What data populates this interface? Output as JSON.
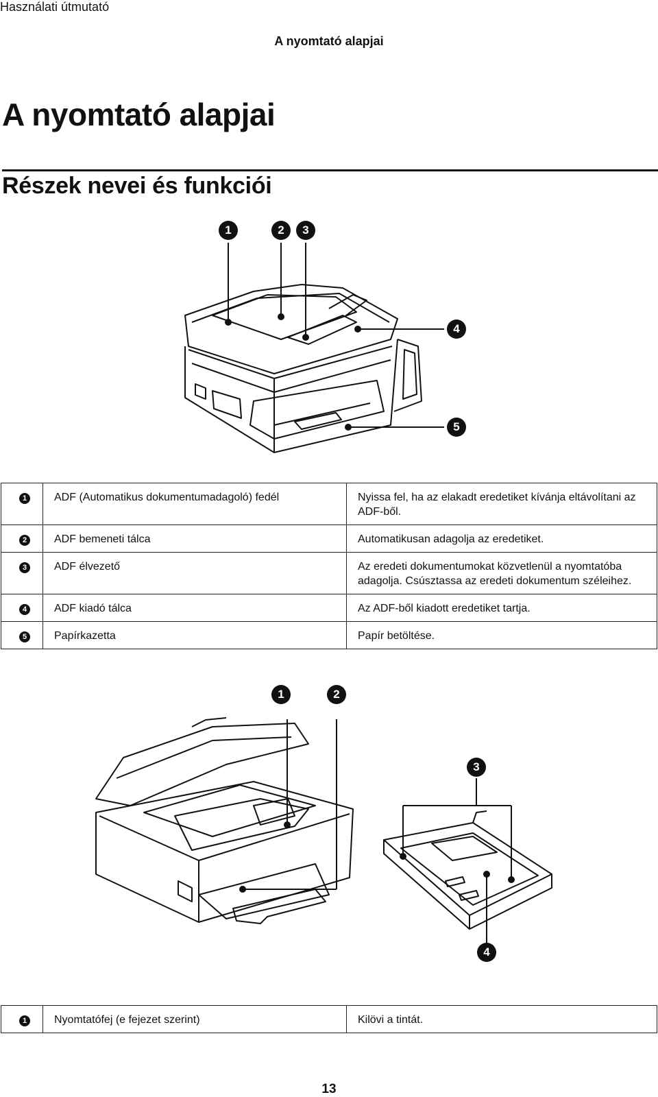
{
  "header": {
    "doc_title": "Használati útmutató",
    "running_head": "A nyomtató alapjai"
  },
  "chapter_title": "A nyomtató alapjai",
  "section_title": "Részek nevei és funkciói",
  "figure1": {
    "callouts": [
      "1",
      "2",
      "3",
      "4",
      "5"
    ]
  },
  "table1": {
    "rows": [
      {
        "num": "1",
        "name": "ADF (Automatikus dokumentumadagoló) fedél",
        "desc": "Nyissa fel, ha az elakadt eredetiket kívánja eltávolítani az ADF-ből."
      },
      {
        "num": "2",
        "name": "ADF bemeneti tálca",
        "desc": "Automatikusan adagolja az eredetiket."
      },
      {
        "num": "3",
        "name": "ADF élvezető",
        "desc": "Az eredeti dokumentumokat közvetlenül a nyomtatóba adagolja. Csúsztassa az eredeti dokumentum széleihez."
      },
      {
        "num": "4",
        "name": "ADF kiadó tálca",
        "desc": "Az ADF-ből kiadott eredetiket tartja."
      },
      {
        "num": "5",
        "name": "Papírkazetta",
        "desc": "Papír betöltése."
      }
    ]
  },
  "figure2": {
    "callouts": [
      "1",
      "2",
      "3",
      "4"
    ]
  },
  "table2": {
    "rows": [
      {
        "num": "1",
        "name": "Nyomtatófej (e fejezet szerint)",
        "desc": "Kilövi a tintát."
      }
    ]
  },
  "page_number": "13"
}
